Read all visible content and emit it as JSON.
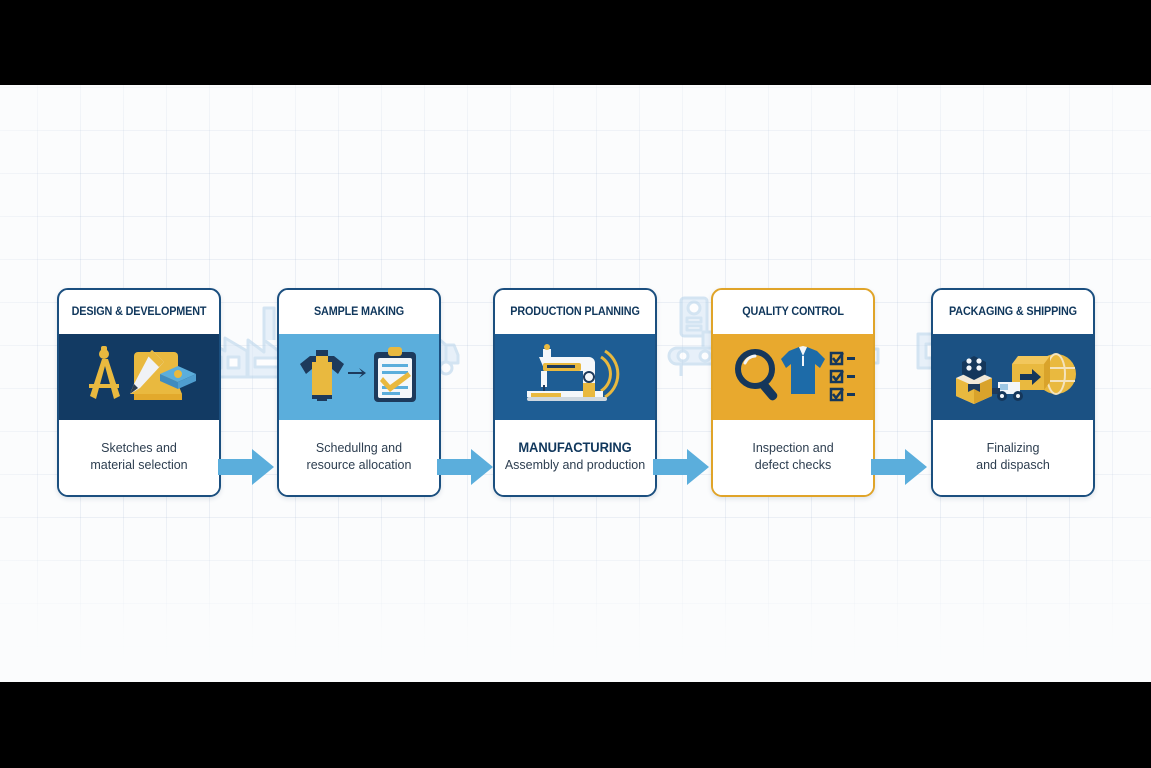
{
  "slide": {
    "background_color": "#fbfcfd",
    "grid_color": "#96afcd",
    "letterbox_color": "#000000"
  },
  "palette": {
    "navy_dark": "#123a63",
    "navy_border": "#1b4f7f",
    "blue_mid": "#1e5d94",
    "blue_light": "#5baedc",
    "gold": "#e8a92e",
    "gold_border": "#e0a429",
    "watermark_blue": "#c5dcef",
    "text_dark": "#10375c",
    "text_body": "#2d3e50"
  },
  "watermarks": [
    {
      "name": "factory-outline-left",
      "label": "factory"
    },
    {
      "name": "delivery-truck-outline",
      "label": "delivery truck"
    },
    {
      "name": "conveyor-belt-outline",
      "label": "conveyor belt with machine"
    },
    {
      "name": "factory-outline-mid-right",
      "label": "factory"
    },
    {
      "name": "factory-outline-right",
      "label": "factory with chimney"
    }
  ],
  "flow": {
    "steps": [
      {
        "id": "design-development",
        "title": "DESIGN & DEVELOPMENT",
        "band_color": "#123a63",
        "border_color": "#1b4f7f",
        "icon": "drafting-compass-pencil-fabric-icon",
        "caption_strong": "",
        "caption_lines": [
          "Sketches and",
          "material selection"
        ]
      },
      {
        "id": "sample-making",
        "title": "SAMPLE MAKING",
        "band_color": "#5baedc",
        "border_color": "#1b4f7f",
        "icon": "garment-to-clipboard-icon",
        "caption_strong": "",
        "caption_lines": [
          "Schedullng and",
          "resource allocation"
        ]
      },
      {
        "id": "production-planning",
        "title": "PRODUCTION PLANNING",
        "band_color": "#1e5d94",
        "border_color": "#1b4f7f",
        "icon": "sewing-machine-icon",
        "caption_strong": "MANUFACTURING",
        "caption_lines": [
          "Assembly and production"
        ]
      },
      {
        "id": "quality-control",
        "title": "QUALITY CONTROL",
        "band_color": "#e8a92e",
        "border_color": "#e0a429",
        "icon": "magnifier-shirt-checklist-icon",
        "caption_strong": "",
        "caption_lines": [
          "Inspection and",
          "defect checks"
        ]
      },
      {
        "id": "packaging-shipping",
        "title": "PACKAGING & SHIPPING",
        "band_color": "#1b5183",
        "border_color": "#1b4f7f",
        "icon": "boxes-truck-globe-icon",
        "caption_strong": "",
        "caption_lines": [
          "Finalizing",
          "and dispasch"
        ]
      }
    ],
    "connectors": [
      {
        "name": "arrow-design-to-sample",
        "color": "#5baedc"
      },
      {
        "name": "arrow-sample-to-production",
        "color": "#5baedc"
      },
      {
        "name": "arrow-production-to-quality",
        "color": "#5baedc"
      },
      {
        "name": "arrow-quality-to-packaging",
        "color": "#5baedc"
      }
    ]
  }
}
